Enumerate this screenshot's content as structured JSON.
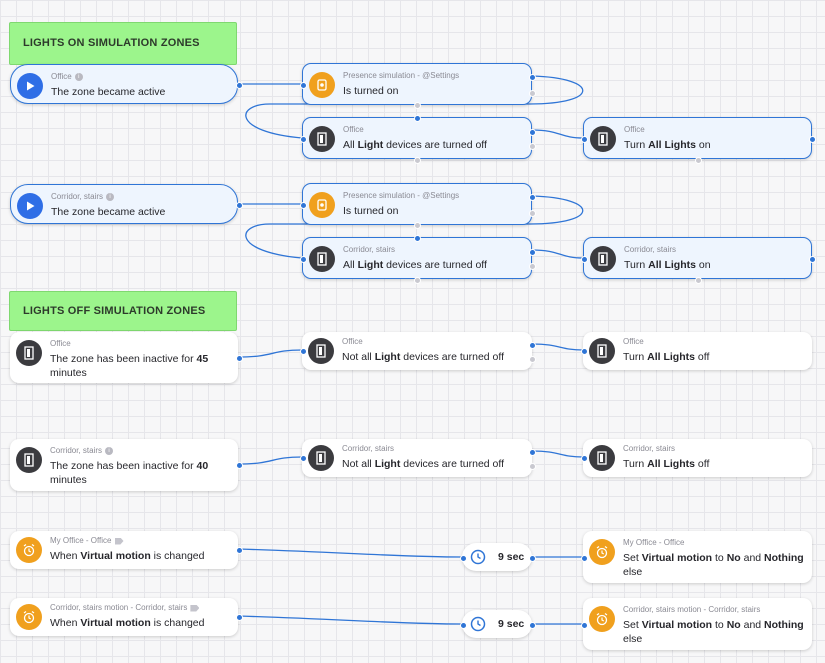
{
  "zones": {
    "on_label": "LIGHTS ON SIMULATION ZONES",
    "off_label": "LIGHTS OFF SIMULATION ZONES"
  },
  "n1": {
    "sub": "Office",
    "main": "The zone became active"
  },
  "n2": {
    "sub": "Presence simulation - @Settings",
    "main": "Is turned on"
  },
  "n3": {
    "sub": "Office",
    "pre": "All ",
    "bold": "Light",
    "post": " devices are turned off"
  },
  "n4": {
    "sub": "Office",
    "pre": "Turn ",
    "bold": "All Lights",
    "post": " on"
  },
  "n5": {
    "sub": "Corridor, stairs",
    "main": "The zone became active"
  },
  "n6": {
    "sub": "Presence simulation - @Settings",
    "main": "Is turned on"
  },
  "n7": {
    "sub": "Corridor, stairs",
    "pre": "All ",
    "bold": "Light",
    "post": " devices are turned off"
  },
  "n8": {
    "sub": "Corridor, stairs",
    "pre": "Turn ",
    "bold": "All Lights",
    "post": " on"
  },
  "n9": {
    "sub": "Office",
    "pre": "The zone has been inactive for ",
    "bold": "45",
    "post": " minutes"
  },
  "n10": {
    "sub": "Office",
    "pre": "Not all ",
    "bold": "Light",
    "post": " devices are turned off"
  },
  "n11": {
    "sub": "Office",
    "pre": "Turn ",
    "bold": "All Lights",
    "post": " off"
  },
  "n12": {
    "sub": "Corridor, stairs",
    "pre": "The zone has been inactive for ",
    "bold": "40",
    "post": " minutes"
  },
  "n13": {
    "sub": "Corridor, stairs",
    "pre": "Not all ",
    "bold": "Light",
    "post": " devices are turned off"
  },
  "n14": {
    "sub": "Corridor, stairs",
    "pre": "Turn ",
    "bold": "All Lights",
    "post": " off"
  },
  "n15": {
    "sub": "My Office - Office",
    "pre": "When ",
    "bold": "Virtual motion",
    "post": "  is changed"
  },
  "n16": {
    "delay": "9 sec"
  },
  "n17": {
    "sub": "My Office - Office",
    "p1": "Set ",
    "b1": "Virtual motion",
    "p2": " to ",
    "b2": "No",
    "p3": " and ",
    "b3": "Nothing",
    "p4": " else"
  },
  "n18": {
    "sub": "Corridor, stairs motion - Corridor, stairs",
    "pre": "When ",
    "bold": "Virtual motion",
    "post": "  is changed"
  },
  "n19": {
    "delay": "9 sec"
  },
  "n20": {
    "sub": "Corridor, stairs motion - Corridor, stairs",
    "p1": "Set ",
    "b1": "Virtual motion",
    "p2": " to ",
    "b2": "No",
    "p3": " and ",
    "b3": "Nothing",
    "p4": " else"
  },
  "colors": {
    "wire": "#2f75d6",
    "selected_border": "#2f75d6",
    "zone_label": "#9cf58c",
    "orange_icon": "#f0a01e",
    "play_icon": "#2f6ee6"
  }
}
